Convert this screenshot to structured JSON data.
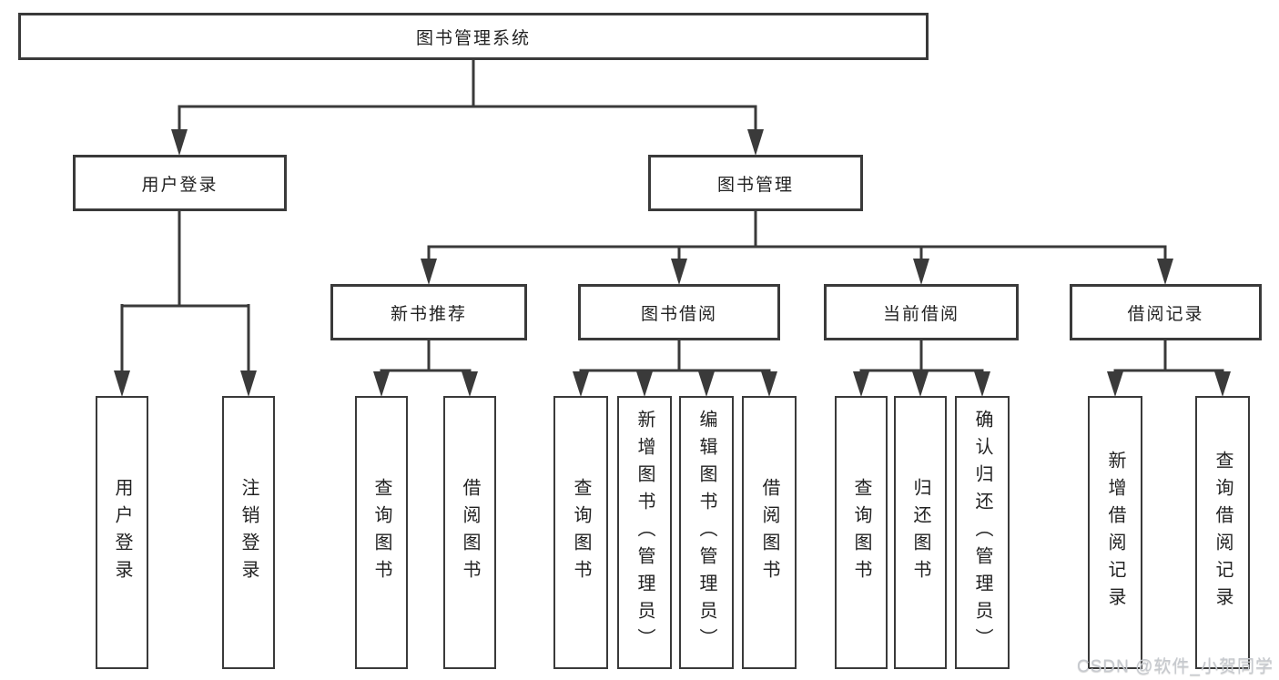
{
  "colors": {
    "line": "#3a3a3a",
    "box_border": "#3a3a3a",
    "box_background": "#ffffff",
    "text": "#222222",
    "page_background": "#ffffff",
    "watermark_text": "#c6c9ce"
  },
  "root": {
    "label": "图书管理系统"
  },
  "branches": {
    "user_login": {
      "label": "用户登录",
      "children": [
        {
          "label": "用户登录"
        },
        {
          "label": "注销登录"
        }
      ]
    },
    "book_management": {
      "label": "图书管理",
      "groups": [
        {
          "label": "新书推荐",
          "children": [
            {
              "label": "查询图书"
            },
            {
              "label": "借阅图书"
            }
          ]
        },
        {
          "label": "图书借阅",
          "children": [
            {
              "label": "查询图书"
            },
            {
              "label": "新增图书（管理员）"
            },
            {
              "label": "编辑图书（管理员）"
            },
            {
              "label": "借阅图书"
            }
          ]
        },
        {
          "label": "当前借阅",
          "children": [
            {
              "label": "查询图书"
            },
            {
              "label": "归还图书"
            },
            {
              "label": "确认归还（管理员）"
            }
          ]
        },
        {
          "label": "借阅记录",
          "children": [
            {
              "label": "新增借阅记录"
            },
            {
              "label": "查询借阅记录"
            }
          ]
        }
      ]
    }
  },
  "watermark": "CSDN @软件_小贺同学"
}
